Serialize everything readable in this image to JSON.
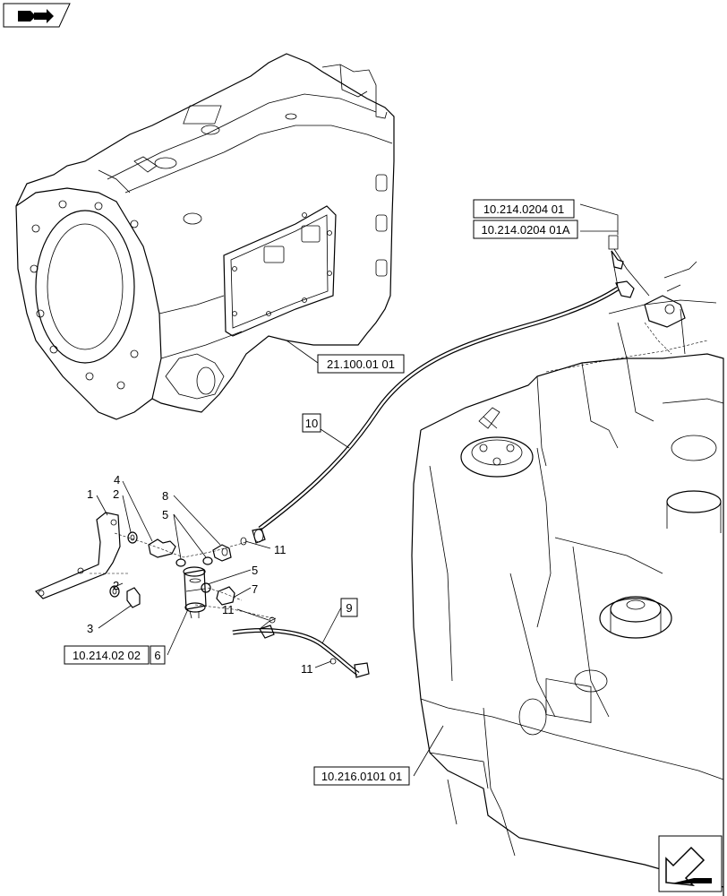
{
  "refs": {
    "ref_10_214_0204_01": "10.214.0204 01",
    "ref_10_214_0204_01A": "10.214.0204 01A",
    "ref_21_100_01_01": "21.100.01 01",
    "ref_10_214_02_02": "10.214.02 02",
    "ref_10_216_0101_01": "10.216.0101 01"
  },
  "callouts": {
    "c1": "1",
    "c2a": "2",
    "c2b": "2",
    "c3": "3",
    "c4": "4",
    "c5a": "5",
    "c5b": "5",
    "c6": "6",
    "c7": "7",
    "c8": "8",
    "c9": "9",
    "c10": "10",
    "c11a": "11",
    "c11b": "11",
    "c11c": "11"
  },
  "icons": {
    "top_left": "book-arrow-icon",
    "bottom_right": "next-page-arrow-icon"
  }
}
